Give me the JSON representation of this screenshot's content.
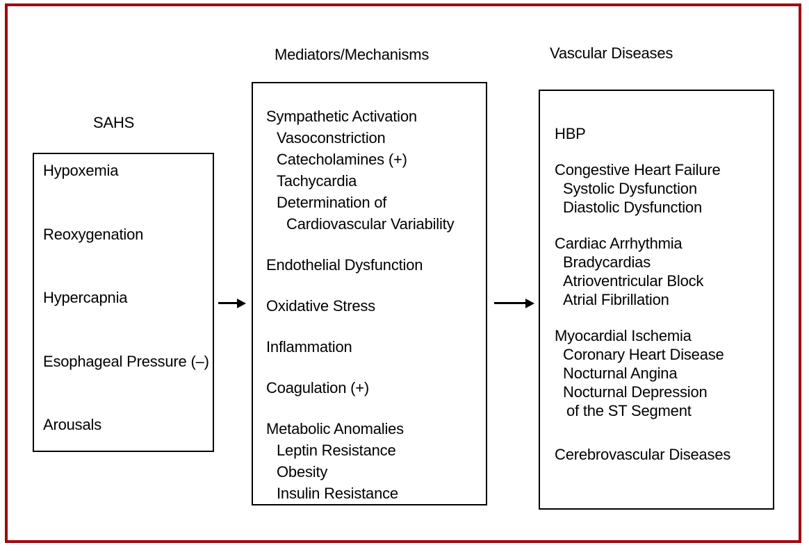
{
  "colors": {
    "frame_border": "#A00510",
    "box_border": "#000000",
    "text": "#000000",
    "background": "#FFFFFF"
  },
  "icons": {
    "flow_arrow": "right-arrow"
  },
  "sahs": {
    "title": "SAHS",
    "items": [
      "Hypoxemia",
      "Reoxygenation",
      "Hypercapnia",
      "Esophageal Pressure (–)",
      "Arousals"
    ]
  },
  "mediators": {
    "title": "Mediators/Mechanisms",
    "groups": [
      [
        "Sympathetic Activation",
        "Vasoconstriction",
        "Catecholamines (+)",
        "Tachycardia",
        "Determination of",
        "Cardiovascular Variability"
      ],
      [
        "Endothelial Dysfunction"
      ],
      [
        "Oxidative Stress"
      ],
      [
        "Inflammation"
      ],
      [
        "Coagulation (+)"
      ],
      [
        "Metabolic Anomalies",
        "Leptin Resistance",
        "Obesity",
        "Insulin Resistance"
      ]
    ]
  },
  "vascular": {
    "title": "Vascular Diseases",
    "groups": [
      [
        "HBP"
      ],
      [
        "Congestive Heart Failure",
        "Systolic Dysfunction",
        "Diastolic Dysfunction"
      ],
      [
        "Cardiac Arrhythmia",
        "Bradycardias",
        "Atrioventricular Block",
        "Atrial Fibrillation"
      ],
      [
        "Myocardial Ischemia",
        "Coronary Heart Disease",
        "Nocturnal Angina",
        "Nocturnal Depression",
        "of the ST Segment"
      ],
      [
        "Cerebrovascular Diseases"
      ]
    ]
  }
}
